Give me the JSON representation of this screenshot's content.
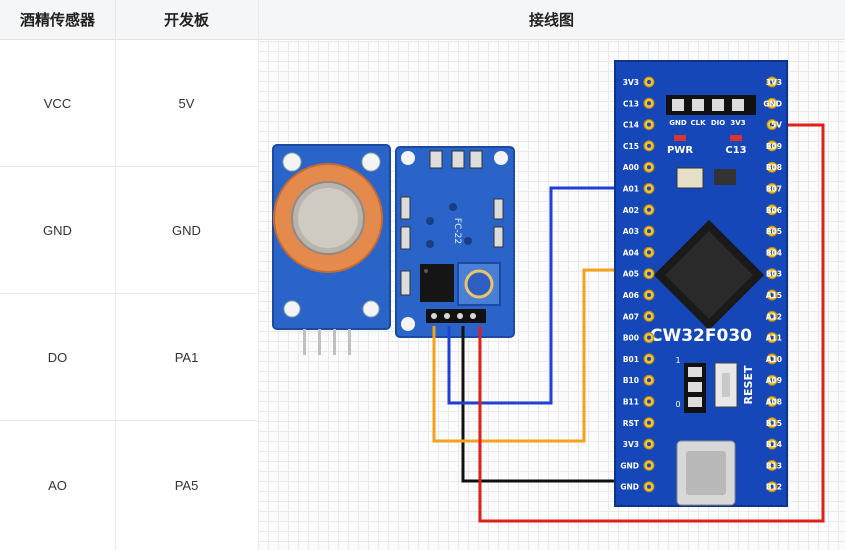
{
  "table": {
    "headers": [
      "酒精传感器",
      "开发板",
      "接线图"
    ],
    "rows": [
      {
        "sensor": "VCC",
        "board": "5V"
      },
      {
        "sensor": "GND",
        "board": "GND"
      },
      {
        "sensor": "DO",
        "board": "PA1"
      },
      {
        "sensor": "AO",
        "board": "PA5"
      }
    ]
  },
  "diagram": {
    "board_name": "CW32F030",
    "left_pins": [
      "3V3",
      "C13",
      "C14",
      "C15",
      "A00",
      "A01",
      "A02",
      "A03",
      "A04",
      "A05",
      "A06",
      "A07",
      "B00",
      "B01",
      "B10",
      "B11",
      "RST",
      "3V3",
      "GND",
      "GND"
    ],
    "right_pins": [
      "3V3",
      "GND",
      "5V",
      "B09",
      "B08",
      "B07",
      "B06",
      "B05",
      "B04",
      "B03",
      "A15",
      "A12",
      "A11",
      "A10",
      "A09",
      "A08",
      "B15",
      "B14",
      "B13",
      "B12"
    ],
    "swd_labels": [
      "GND",
      "CLK",
      "DIO",
      "3V3"
    ],
    "pwr_label": "PWR",
    "c13_label": "C13",
    "reset_label": "RESET",
    "jumper_labels": [
      "1",
      "0"
    ],
    "module_label": "FC-22",
    "wire_colors": {
      "vcc": "#e0201b",
      "gnd": "#111111",
      "do": "#1f3fd6",
      "ao": "#f5a11c"
    }
  }
}
